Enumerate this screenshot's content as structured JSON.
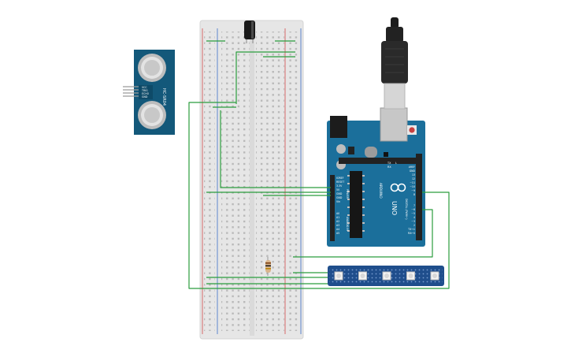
{
  "sensor": {
    "model": "HC-SR04",
    "pins": [
      "VCC",
      "TRIG",
      "ECHO",
      "GND"
    ],
    "color": "#13587a"
  },
  "arduino": {
    "brand": "ARDUINO",
    "model": "UNO",
    "tx_label": "TX",
    "rx_label": "RX",
    "l_label": "L",
    "power_header": "POWER",
    "analog_header": "ANALOG IN",
    "digital_header": "DIGITAL (PWM~)",
    "power_pins": [
      "IOREF",
      "RESET",
      "3.3V",
      "5V",
      "GND",
      "GND",
      "Vin"
    ],
    "analog_pins": [
      "A0",
      "A1",
      "A2",
      "A3",
      "A4",
      "A5"
    ],
    "digital_pins_top": [
      "AREF",
      "GND",
      "13",
      "12",
      "~11",
      "~10",
      "~9",
      "8"
    ],
    "digital_pins_bottom": [
      "7",
      "~6",
      "~5",
      "4",
      "~3",
      "2",
      "TX→1",
      "RX←0"
    ],
    "color": "#1b6f9b"
  },
  "neopixel": {
    "count": 5,
    "color": "#1f4e8c"
  },
  "colors": {
    "wire": "#2b9d3e",
    "breadboard": "#e6e6e6",
    "rail_red": "#d24b4b",
    "rail_blue": "#3b6fc9"
  }
}
